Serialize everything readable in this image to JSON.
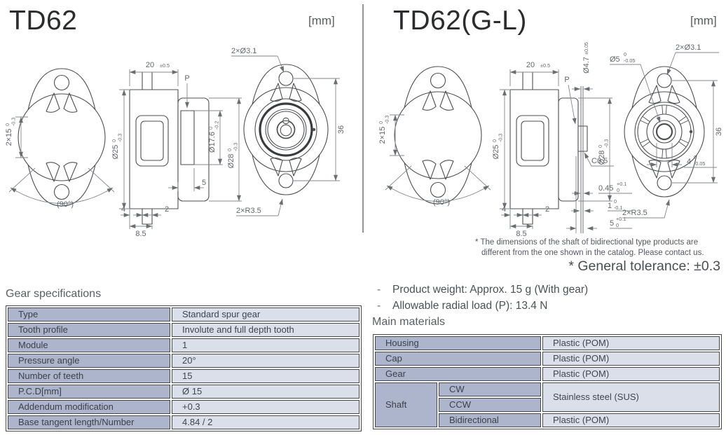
{
  "panels": {
    "left": {
      "title": "TD62",
      "unit": "[mm]"
    },
    "right": {
      "title": "TD62(G-L)",
      "unit": "[mm]"
    }
  },
  "dims": {
    "width": {
      "v": "20",
      "tol": "±0.5"
    },
    "holes": "2×Ø3.1",
    "height_flats": {
      "v": "2×15",
      "t": "0",
      "b": "-0.3"
    },
    "angle": "(90°)",
    "p_label": "P",
    "dia_body": {
      "v": "Ø25",
      "t": "0",
      "b": "-0.3"
    },
    "dia_boss": {
      "v": "Ø17.6",
      "t": "0",
      "b": "-0.2"
    },
    "dia_housing": {
      "v": "Ø28",
      "t": "0",
      "b": "-0.3"
    },
    "boss_len": "5",
    "gear_a": "4",
    "gear_b": "2",
    "gear_total": "8.5",
    "mount_height": "36",
    "ears": "2×R3.5",
    "shaft_dia": {
      "v": "Ø4.7",
      "tol": "±0.05"
    },
    "hole_dia": {
      "v": "Ø5",
      "t": "0",
      "b": "-0.05"
    },
    "chamfer": "C0.5",
    "slot_w": {
      "v": "0.45",
      "t": "+0.1",
      "b": "0"
    },
    "slot_b": {
      "v": "1",
      "t": "0",
      "b": "-0.1"
    },
    "slot_d": {
      "v": "5",
      "t": "+0.1",
      "b": "0"
    },
    "hub_w": {
      "v": "4",
      "t": "0",
      "b": "-0.05"
    }
  },
  "notes": {
    "shaft_note_line1": "* The dimensions of the shaft of bidirectional type products are",
    "shaft_note_line2": "different from the one shown in the catalog. Please contact us.",
    "general_tolerance": "* General tolerance: ±0.3"
  },
  "gear_specifications": {
    "heading": "Gear specifications",
    "rows": [
      {
        "label": "Type",
        "value": "Standard spur gear"
      },
      {
        "label": "Tooth profile",
        "value": "Involute and full depth tooth"
      },
      {
        "label": "Module",
        "value": "1"
      },
      {
        "label": "Pressure angle",
        "value": "20°"
      },
      {
        "label": "Number of teeth",
        "value": "15"
      },
      {
        "label": "P.C.D[mm]",
        "value": "Ø 15"
      },
      {
        "label": "Addendum modification",
        "value": "+0.3"
      },
      {
        "label": "Base tangent length/Number",
        "value": "4.84 / 2"
      }
    ]
  },
  "product_info": {
    "bullet_prefix": "-",
    "bullets": [
      "Product weight: Approx. 15 g (With gear)",
      "Allowable radial load (P): 13.4 N"
    ]
  },
  "main_materials": {
    "heading": "Main materials",
    "rows": [
      {
        "part": "Housing",
        "material": "Plastic (POM)"
      },
      {
        "part": "Cap",
        "material": "Plastic (POM)"
      },
      {
        "part": "Gear",
        "material": "Plastic (POM)"
      },
      {
        "part": "Shaft",
        "sub": "CW",
        "material": "Stainless steel (SUS)"
      },
      {
        "sub": "CCW"
      },
      {
        "sub": "Bidirectional",
        "material": "Plastic (POM)"
      }
    ]
  },
  "colors": {
    "table_label_bg": "#acb5cc",
    "table_value_bg": "#dbdfe9",
    "table_border": "#47484c",
    "drawing_line": "#4d4f53",
    "dim_text": "#63666b"
  }
}
